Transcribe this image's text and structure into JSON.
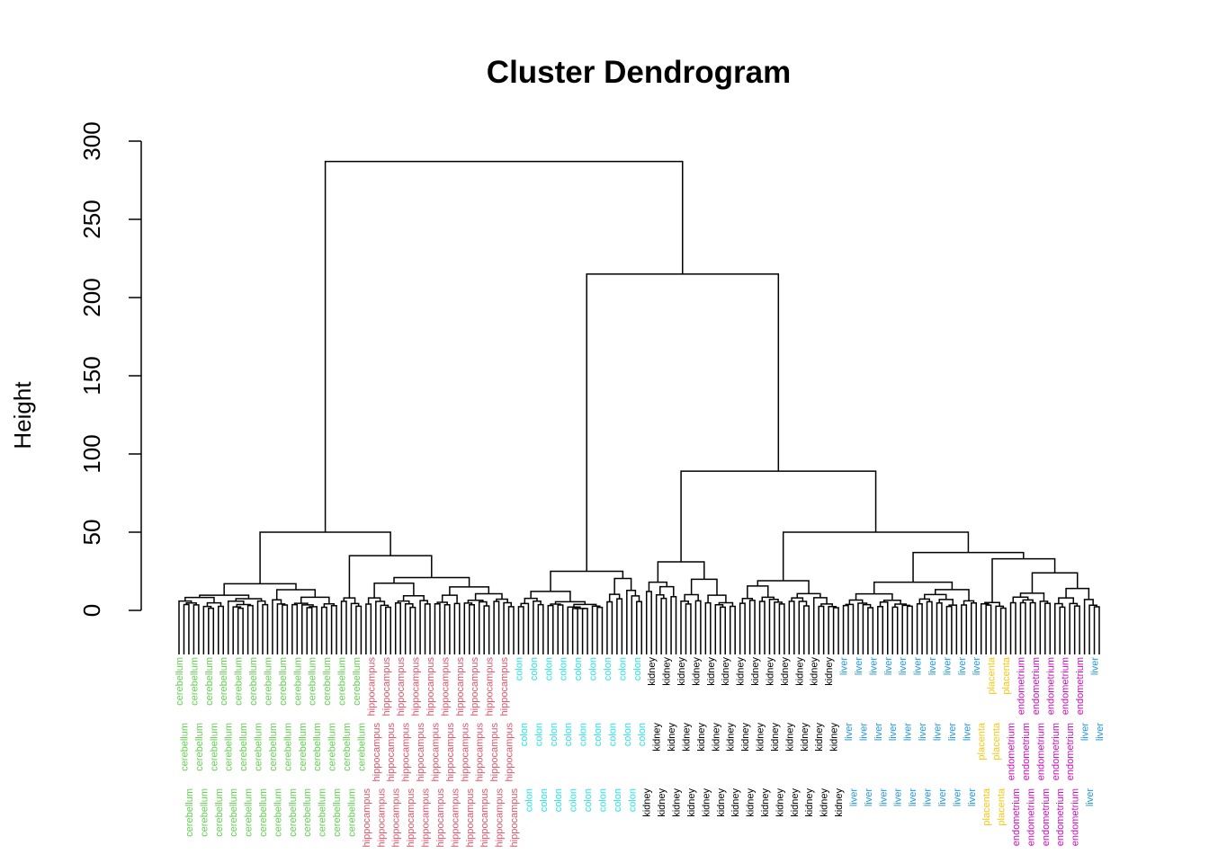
{
  "chart_data": {
    "type": "dendrogram",
    "title": "Cluster Dendrogram",
    "xlabel": "",
    "ylabel": "Height",
    "ylim": [
      0,
      300
    ],
    "yticks": [
      0,
      50,
      100,
      150,
      200,
      250,
      300
    ],
    "grid": false,
    "colors": {
      "cerebellum": "#61D04F",
      "hippocampus": "#DF536B",
      "colon": "#28E2E5",
      "kidney": "#000000",
      "liver": "#2297E6",
      "placenta": "#F5C710",
      "endometrium": "#CD0BBC"
    },
    "tree": {
      "height": 287,
      "children": [
        {
          "height": 50,
          "children": [
            {
              "group": "cerebellum",
              "count": 33,
              "height": 17
            },
            {
              "height": 35,
              "children": [
                {
                  "group": "cerebellum",
                  "count": 5,
                  "height": 8
                },
                {
                  "group": "hippocampus",
                  "count": 31,
                  "height": 21
                }
              ]
            }
          ]
        },
        {
          "height": 215,
          "children": [
            {
              "group": "colon",
              "count": 26,
              "height": 25
            },
            {
              "height": 89,
              "children": [
                {
                  "group": "kidney",
                  "count": 19,
                  "height": 31
                },
                {
                  "height": 50,
                  "children": [
                    {
                      "group": "kidney",
                      "count": 21,
                      "height": 19
                    },
                    {
                      "height": 37,
                      "children": [
                        {
                          "group": "liver",
                          "count": 28,
                          "height": 18
                        },
                        {
                          "height": 33,
                          "children": [
                            {
                              "group": "placenta",
                              "count": 6,
                              "height": 5
                            },
                            {
                              "height": 24,
                              "children": [
                                {
                                  "group": "endometrium",
                                  "count": 9,
                                  "height": 11
                                },
                                {
                                  "height": 14,
                                  "children": [
                                    {
                                      "group": "endometrium",
                                      "count": 6,
                                      "height": 8
                                    },
                                    {
                                      "group": "liver",
                                      "count": 4,
                                      "height": 7
                                    }
                                  ]
                                }
                              ]
                            }
                          ]
                        }
                      ]
                    }
                  ]
                }
              ]
            }
          ]
        }
      ]
    }
  }
}
